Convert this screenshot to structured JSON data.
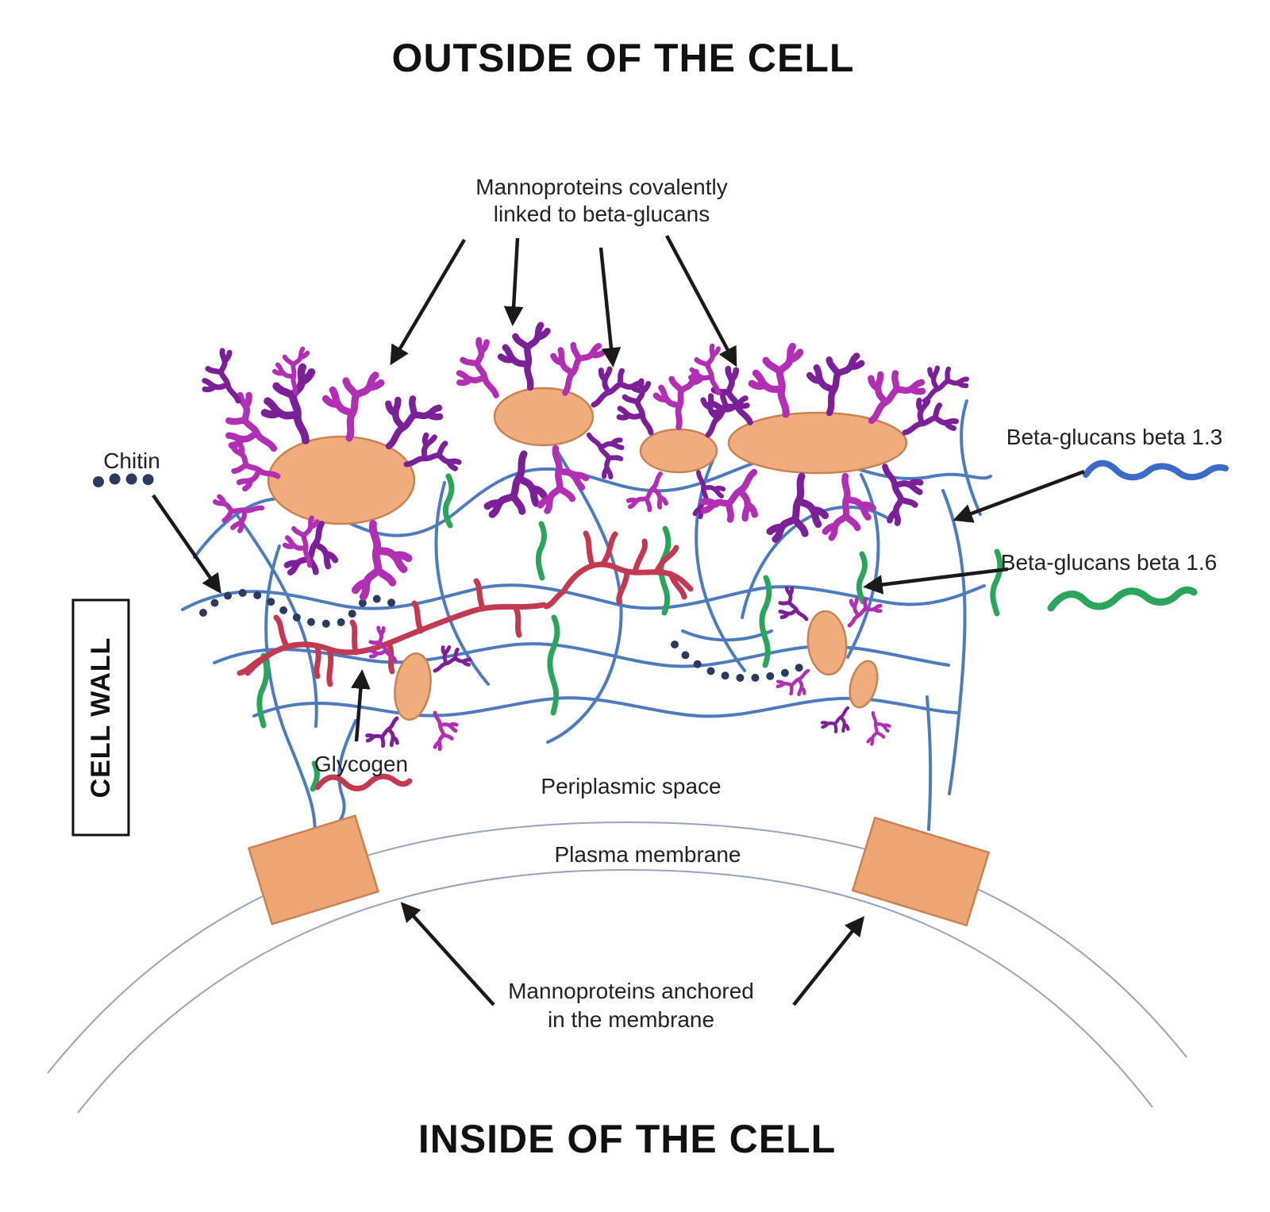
{
  "diagram": {
    "title_top": "OUTSIDE OF THE CELL",
    "title_bottom": "INSIDE OF THE CELL",
    "side_label": "CELL WALL",
    "labels": {
      "mannoproteins_top_line1": "Mannoproteins covalently",
      "mannoproteins_top_line2": "linked to beta-glucans",
      "chitin": "Chitin",
      "beta_glucans_13": "Beta-glucans beta 1.3",
      "beta_glucans_16": "Beta-glucans beta 1.6",
      "glycogen": "Glycogen",
      "periplasmic_space": "Periplasmic space",
      "plasma_membrane": "Plasma membrane",
      "mannoproteins_anchored_line1": "Mannoproteins anchored",
      "mannoproteins_anchored_line2": "in the membrane"
    },
    "colors": {
      "mannoprotein_fill": "#F0AC7C",
      "mannoprotein_border": "#C68455",
      "mannose_magenta": "#B02FB2",
      "mannose_purple": "#7C2097",
      "beta13_blue": "#4E7BBE",
      "beta13_legend_blue": "#3B6BC7",
      "beta16_green": "#2BA45C",
      "glycogen_red": "#C23A52",
      "chitin_navy": "#2B3A5F",
      "membrane_gray": "#97A3BC",
      "arrow_black": "#1A1A1A"
    }
  }
}
